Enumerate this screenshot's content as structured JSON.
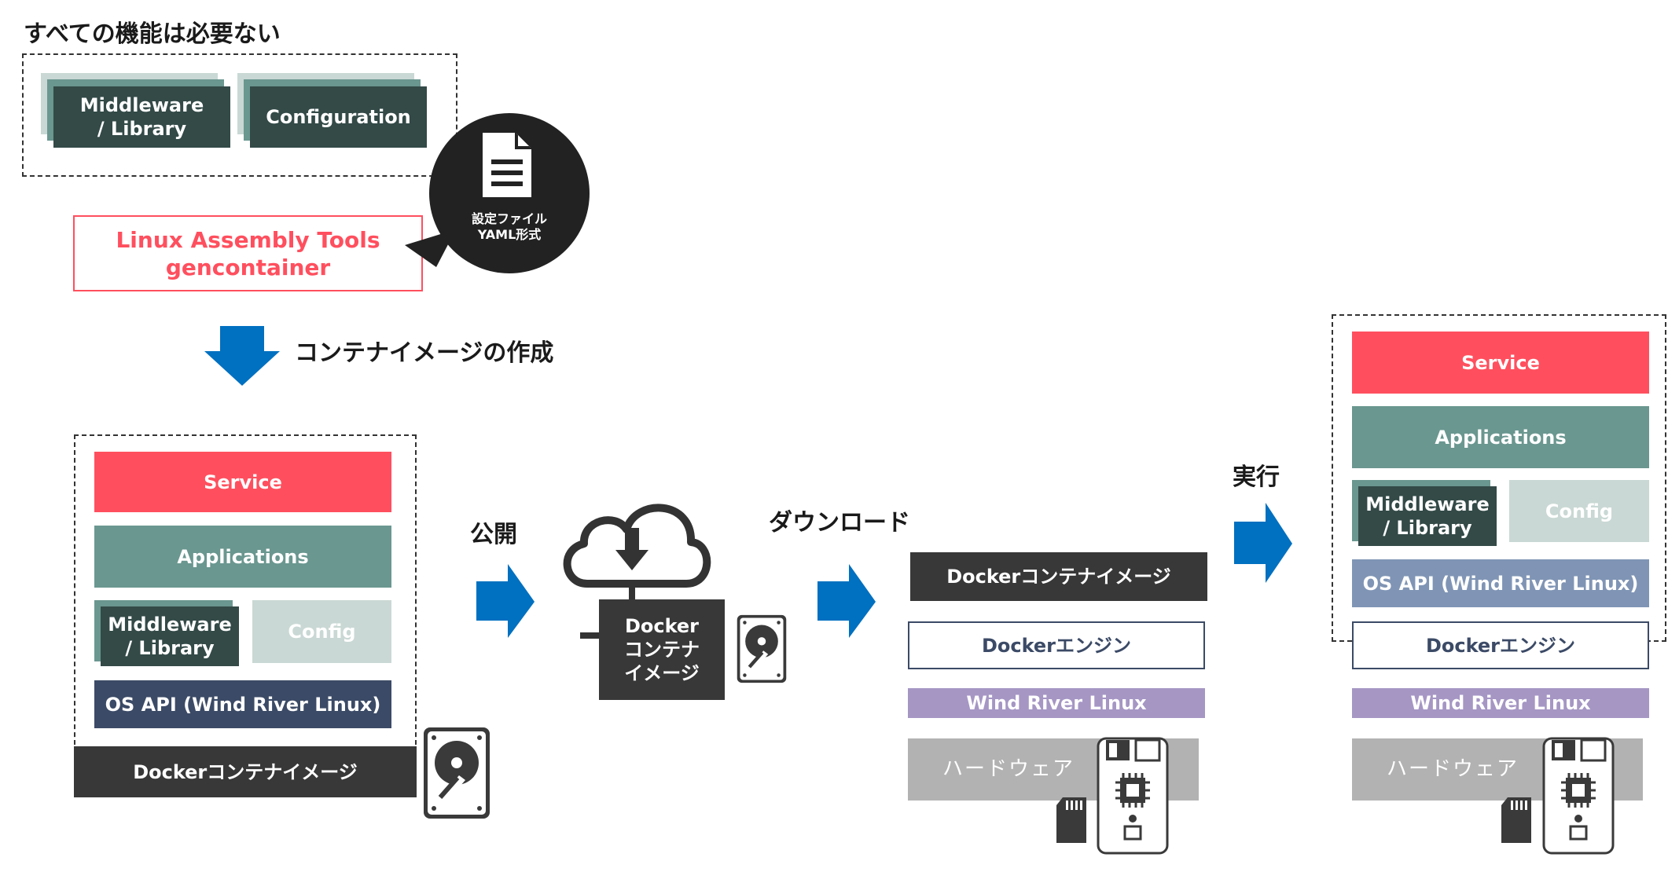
{
  "colors": {
    "service": "#ff4f5e",
    "applications": "#6a9790",
    "middleware": "#334a47",
    "middleware_back": "#6a9790",
    "middleware_back2": "#c9d8d4",
    "config": "#c9d8d4",
    "os_api_dark": "#3b4a66",
    "os_api_light": "#8095b5",
    "docker_image": "#383838",
    "docker_engine_text": "#3b4a66",
    "wind_river": "#a596c4",
    "hardware": "#b2b2b2",
    "arrow": "#0070c0",
    "linux_tools_text": "#ff4f5e"
  },
  "top": {
    "heading": "すべての機能は必要ない",
    "middleware_label": "Middleware\n/ Library",
    "configuration_label": "Configuration",
    "tools_line1": "Linux Assembly Tools",
    "tools_line2": "gencontainer",
    "bubble_line1": "設定ファイル",
    "bubble_line2": "YAML形式",
    "bubble_icon": "document-icon"
  },
  "create_label": "コンテナイメージの作成",
  "left_stack": {
    "service": "Service",
    "applications": "Applications",
    "middleware": "Middleware\n/ Library",
    "config": "Config",
    "os_api": "OS API (Wind River Linux)",
    "docker_image": "Dockerコンテナイメージ",
    "disk_icon": "hard-disk-icon"
  },
  "publish_label": "公開",
  "cloud": {
    "icon": "cloud-download-icon",
    "box_label": "Docker\nコンテナ\nイメージ",
    "disk_icon": "hard-disk-icon"
  },
  "download_label": "ダウンロード",
  "device_stack": {
    "docker_image": "Dockerコンテナイメージ",
    "docker_engine": "Dockerエンジン",
    "wind_river": "Wind River Linux",
    "hardware": "ハードウェア",
    "sd_icon": "sd-card-icon",
    "board_icon": "circuit-board-icon"
  },
  "run_label": "実行",
  "right_stack": {
    "service": "Service",
    "applications": "Applications",
    "middleware": "Middleware\n/ Library",
    "config": "Config",
    "os_api": "OS API (Wind River Linux)",
    "docker_engine": "Dockerエンジン",
    "wind_river": "Wind River Linux",
    "hardware": "ハードウェア",
    "sd_icon": "sd-card-icon",
    "board_icon": "circuit-board-icon"
  }
}
